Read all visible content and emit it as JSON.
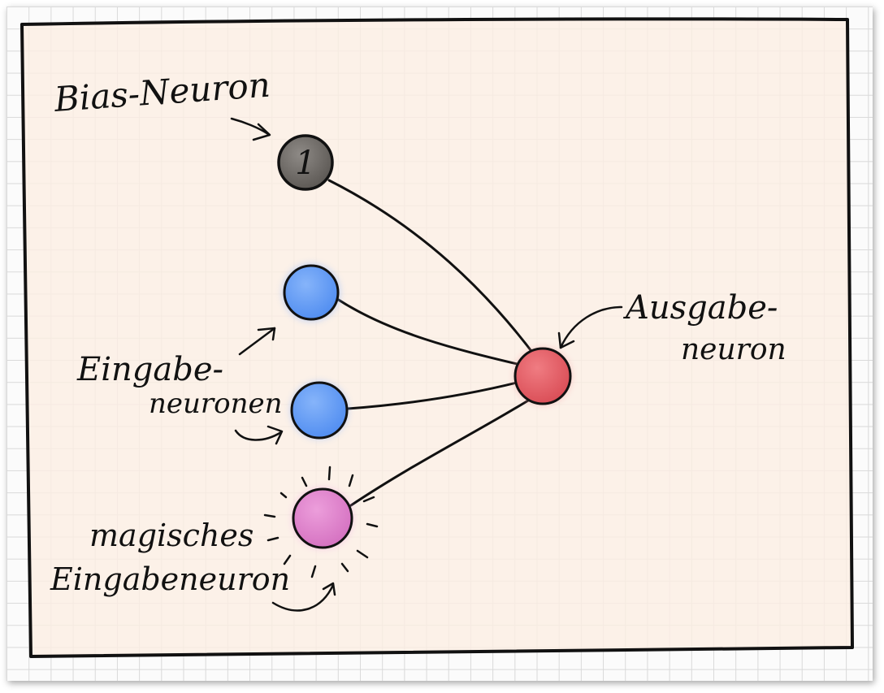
{
  "labels": {
    "bias_neuron": "Bias-Neuron",
    "bias_value": "1",
    "input_neurons_line1": "Eingabe-",
    "input_neurons_line2": "neuronen",
    "output_neuron_line1": "Ausgabe-",
    "output_neuron_line2": "neuron",
    "magic_line1": "magisches",
    "magic_line2": "Eingabeneuron"
  },
  "colors": {
    "paper": "#fbeee3",
    "bias_neuron": "#6e6a66",
    "input_neuron": "#5b96f2",
    "output_neuron": "#e05a62",
    "magic_neuron": "#d87ac4",
    "ink": "#111111"
  }
}
